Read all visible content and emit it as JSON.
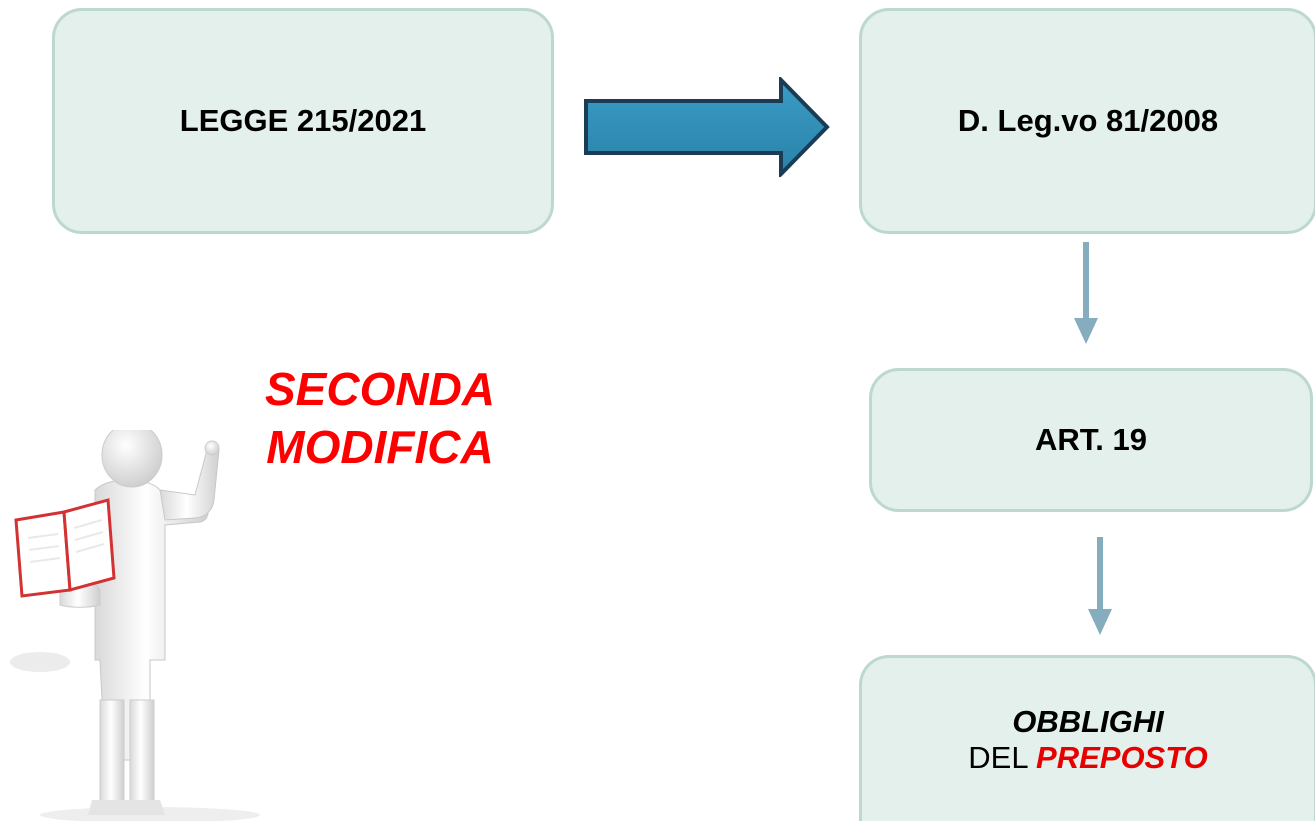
{
  "boxes": {
    "legge": "LEGGE 215/2021",
    "dleg": "D. Leg.vo 81/2008",
    "art": "ART. 19",
    "obblighi_line1": "OBBLIGHI",
    "obblighi_del": "DEL",
    "obblighi_preposto": "PREPOSTO"
  },
  "callout": {
    "line1": "SECONDA",
    "line2": "MODIFICA"
  },
  "colors": {
    "box_fill": "#e3f0ec",
    "box_border": "#bcd8cf",
    "arrow_fill": "#2f8fb8",
    "arrow_stroke": "#1a3d55",
    "down_arrow": "#86adbd",
    "highlight_red": "#ff0000"
  },
  "icons": {
    "figure": "person-reading-book-pointing-up-icon"
  }
}
